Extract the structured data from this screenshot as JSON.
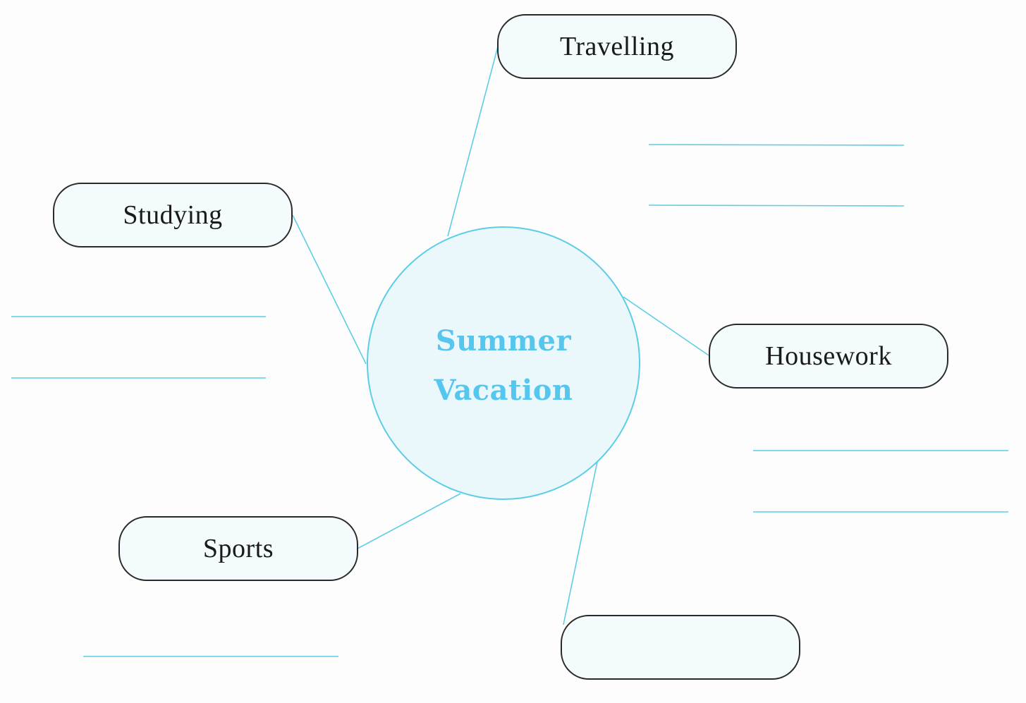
{
  "center": {
    "line1": "Summer",
    "line2": "Vacation"
  },
  "boxes": {
    "travelling": "Travelling",
    "studying": "Studying",
    "housework": "Housework",
    "sports": "Sports",
    "blank": ""
  },
  "colors": {
    "line": "#5ccde6",
    "center_text": "#55c6ee",
    "box_border": "#2a2a2a",
    "circle_fill": "#eaf7fb",
    "box_fill": "#f3fbfd"
  }
}
